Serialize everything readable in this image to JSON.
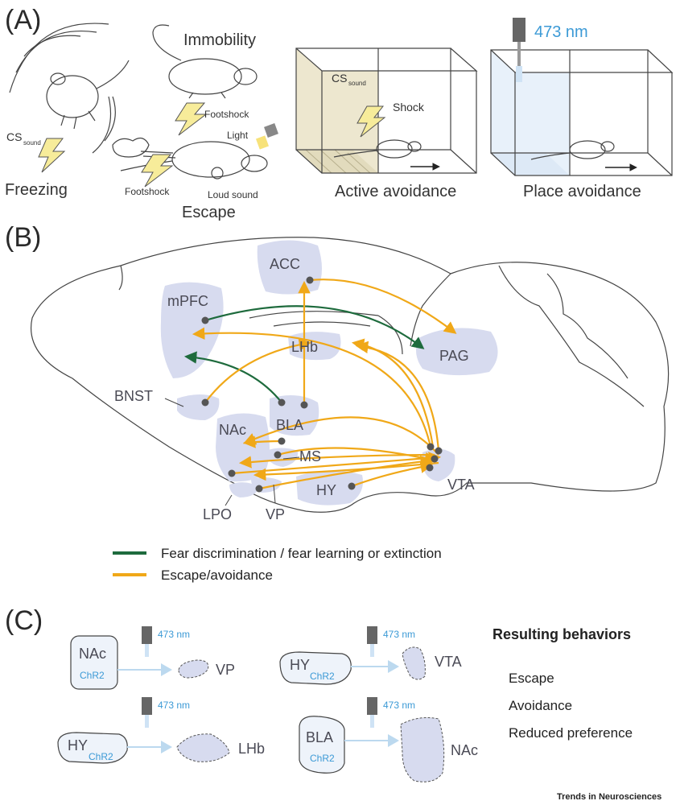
{
  "panel_a": {
    "letter": "(A)",
    "labels": {
      "immobility": "Immobility",
      "footshock_top": "Footshock",
      "cs": "CS",
      "cs_sub": "sound",
      "light": "Light",
      "freezing": "Freezing",
      "footshock_bottom": "Footshock",
      "loud_sound": "Loud sound",
      "escape": "Escape",
      "box_cs": "CS",
      "box_cs_sub": "sound",
      "shock": "Shock",
      "active_avoidance": "Active avoidance",
      "wavelength": "473 nm",
      "place_avoidance": "Place avoidance"
    }
  },
  "panel_b": {
    "letter": "(B)",
    "regions": {
      "acc": "ACC",
      "mpfc": "mPFC",
      "lhb": "LHb",
      "pag": "PAG",
      "bnst": "BNST",
      "nac": "NAc",
      "bla": "BLA",
      "ms": "MS",
      "hy": "HY",
      "vta": "VTA",
      "lpo": "LPO",
      "vp": "VP"
    },
    "legend": [
      {
        "label": "Fear discrimination / fear learning or extinction",
        "color": "#1e6b3d"
      },
      {
        "label": "Escape/avoidance",
        "color": "#f0a818"
      }
    ]
  },
  "panel_c": {
    "letter": "(C)",
    "wavelength": "473 nm",
    "opsin": "ChR2",
    "experiments": [
      {
        "source": "NAc",
        "target": "VP"
      },
      {
        "source": "HY",
        "target": "VTA"
      },
      {
        "source": "HY",
        "target": "LHb"
      },
      {
        "source": "BLA",
        "target": "NAc"
      }
    ],
    "results": {
      "title": "Resulting behaviors",
      "items": [
        "Escape",
        "Avoidance",
        "Reduced preference"
      ]
    }
  },
  "credit": "Trends in Neurosciences",
  "colors": {
    "orange": "#f0a818",
    "green": "#1e6b3d",
    "region": "#d7dbef",
    "light_blue": "#3c9ad6"
  }
}
